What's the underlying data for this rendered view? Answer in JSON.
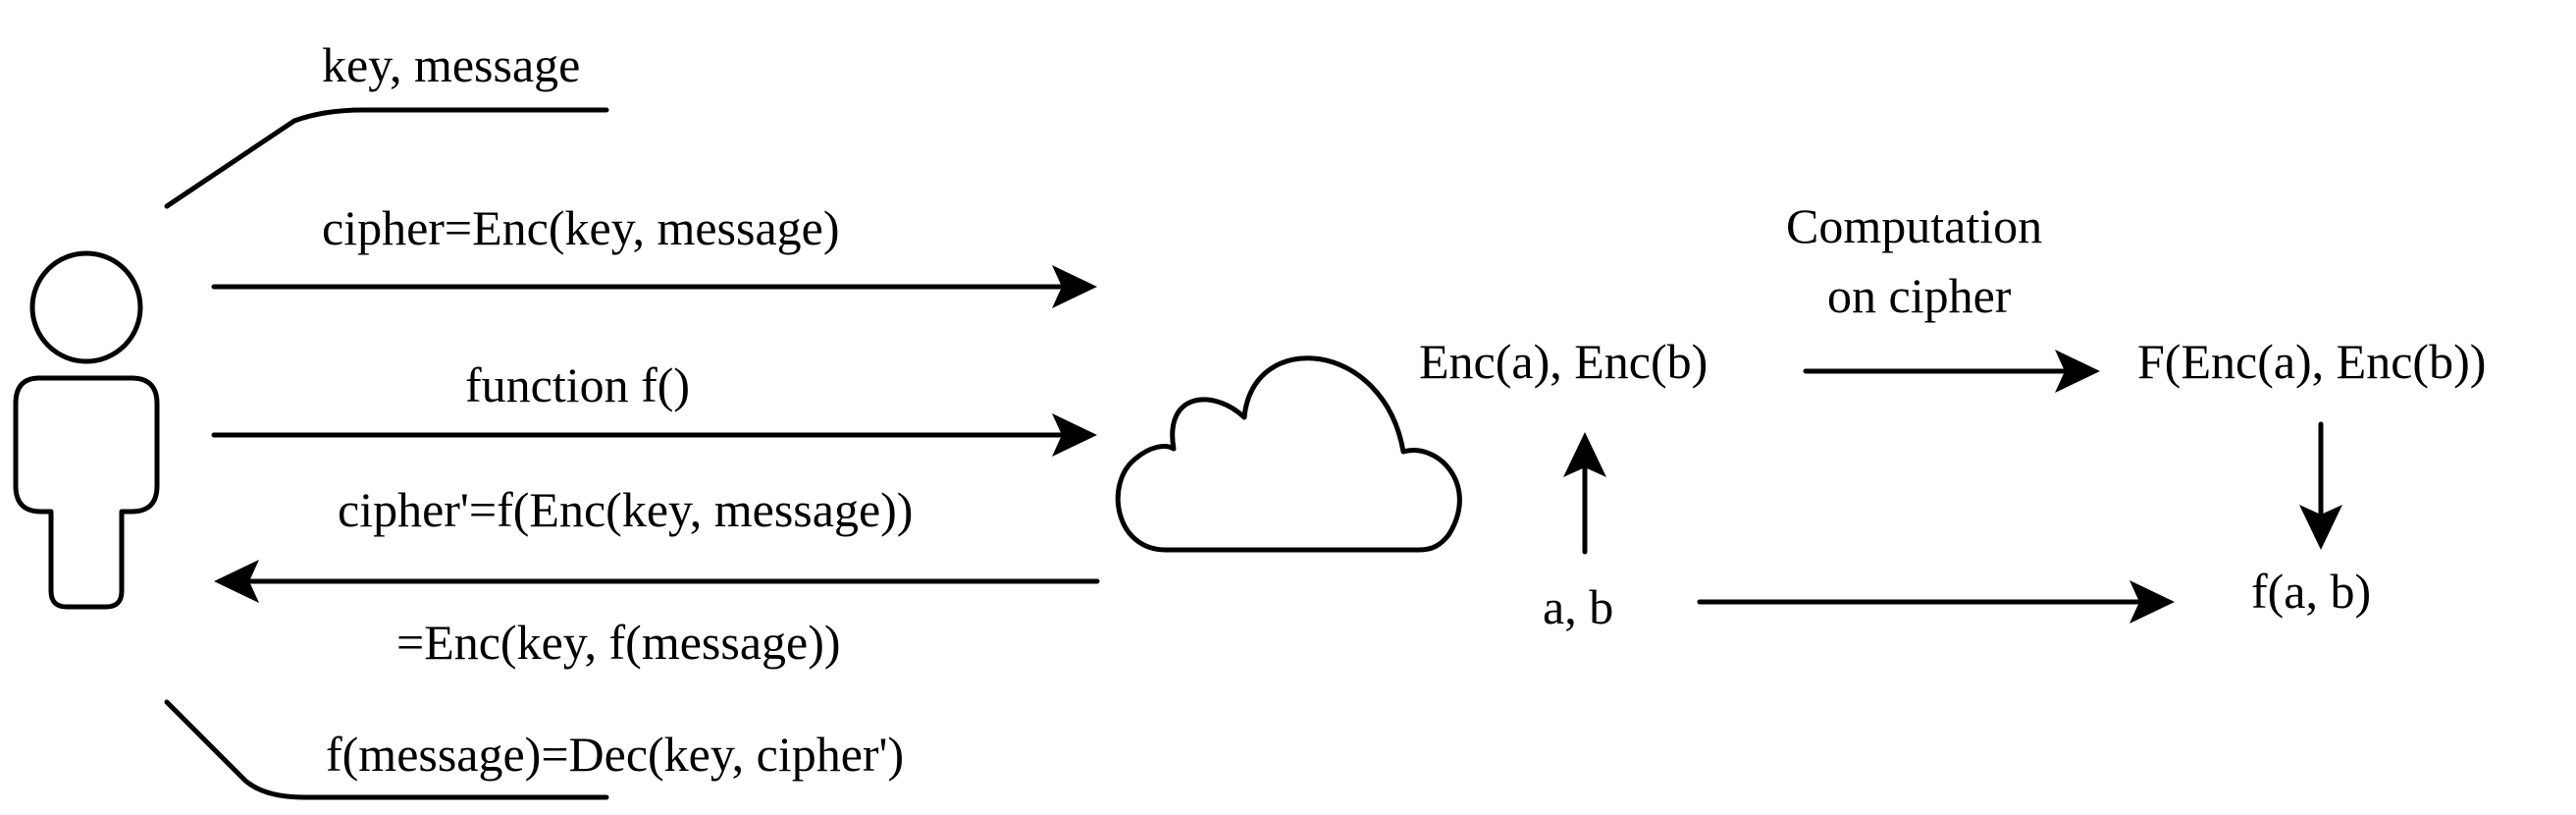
{
  "left_panel": {
    "label_key_message": "key, message",
    "label_cipher_enc": "cipher=Enc(key, message)",
    "label_function": "function f()",
    "label_cipher_prime": "cipher'=f(Enc(key, message))",
    "label_enc_f_message": "=Enc(key, f(message))",
    "label_dec": "f(message)=Dec(key, cipher')"
  },
  "right_panel": {
    "label_enc_ab": "Enc(a), Enc(b)",
    "label_computation_line1": "Computation",
    "label_computation_line2": "on cipher",
    "label_f_enc": "F(Enc(a), Enc(b))",
    "label_ab": "a, b",
    "label_f_ab": "f(a, b)"
  },
  "icons": {
    "user": "user-icon",
    "cloud": "cloud-icon"
  },
  "colors": {
    "stroke": "#000000",
    "background": "#ffffff"
  }
}
